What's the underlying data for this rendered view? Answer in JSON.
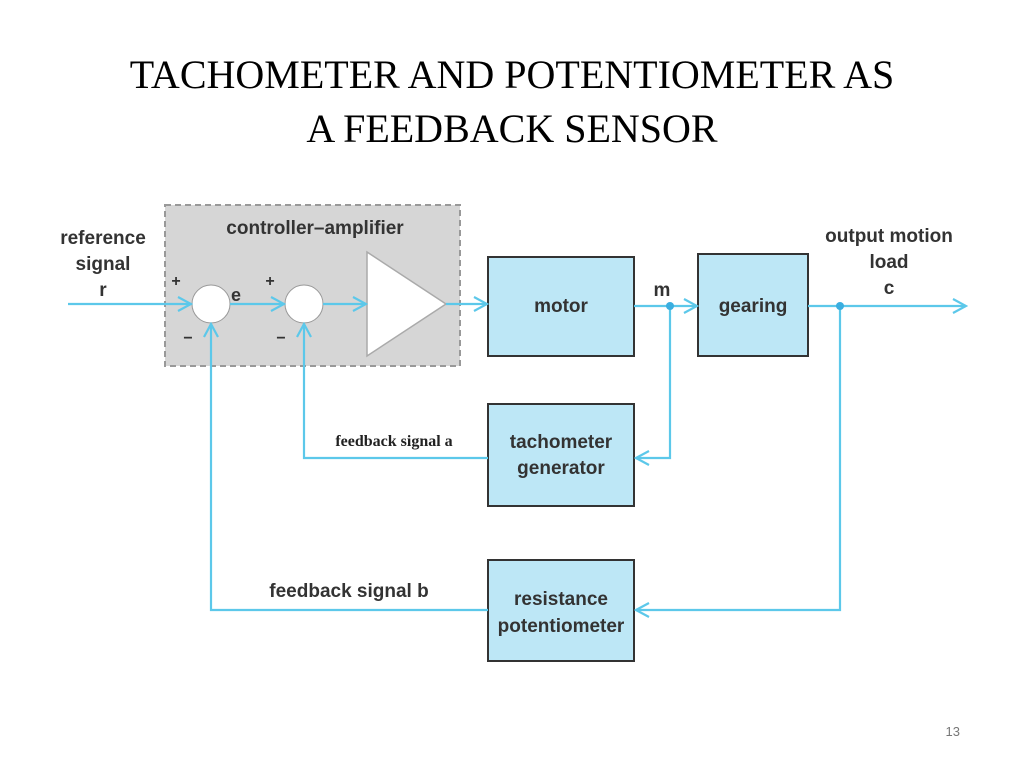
{
  "slide": {
    "title_line1": "TACHOMETER AND POTENTIOMETER AS",
    "title_line2": "A FEEDBACK SENSOR",
    "page_number": "13"
  },
  "diagram": {
    "controller_label": "controller–amplifier",
    "input_label": [
      "reference",
      "signal",
      "r"
    ],
    "output_label": [
      "output motion",
      "load",
      "c"
    ],
    "error_label": "e",
    "motor_output_label": "m",
    "sign_plus": "+",
    "sign_minus": "−",
    "blocks": {
      "motor": [
        "motor"
      ],
      "gearing": [
        "gearing"
      ],
      "tachometer": [
        "tachometer",
        "generator"
      ],
      "potentiometer": [
        "resistance",
        "potentiometer"
      ]
    },
    "feedback_a_label": "feedback signal a",
    "feedback_b_label": "feedback signal b",
    "colors": {
      "line": "#5cc8ea",
      "block_fill": "#bde7f6",
      "block_border": "#333333",
      "controller_fill": "#d6d6d6",
      "controller_border": "#999999"
    }
  }
}
